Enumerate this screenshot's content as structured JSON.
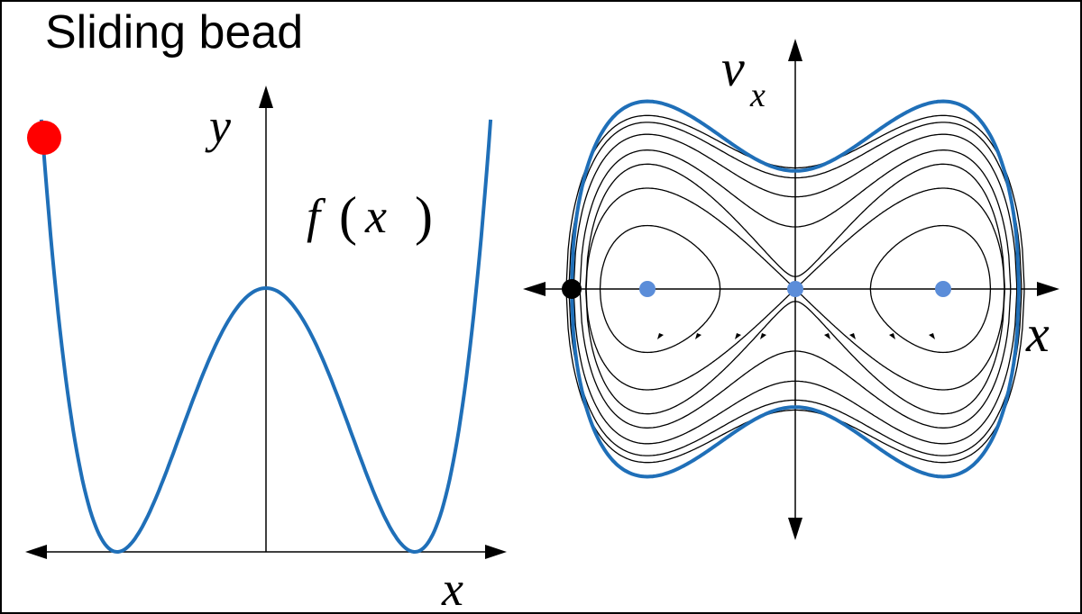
{
  "title": "Sliding bead",
  "left_panel": {
    "y_axis_label": "y",
    "x_axis_label": "x",
    "curve_label": {
      "func": "f",
      "open_paren": "(",
      "arg": "x",
      "close_paren": ")"
    }
  },
  "right_panel": {
    "y_axis_label_main": "v",
    "y_axis_label_sub": "x",
    "x_axis_label": "x"
  },
  "colors": {
    "curve": "#1f6fb8",
    "bead": "#ff0000",
    "equilibrium": "#5b8dd9",
    "start_point": "#000000",
    "axes": "#000000"
  }
}
